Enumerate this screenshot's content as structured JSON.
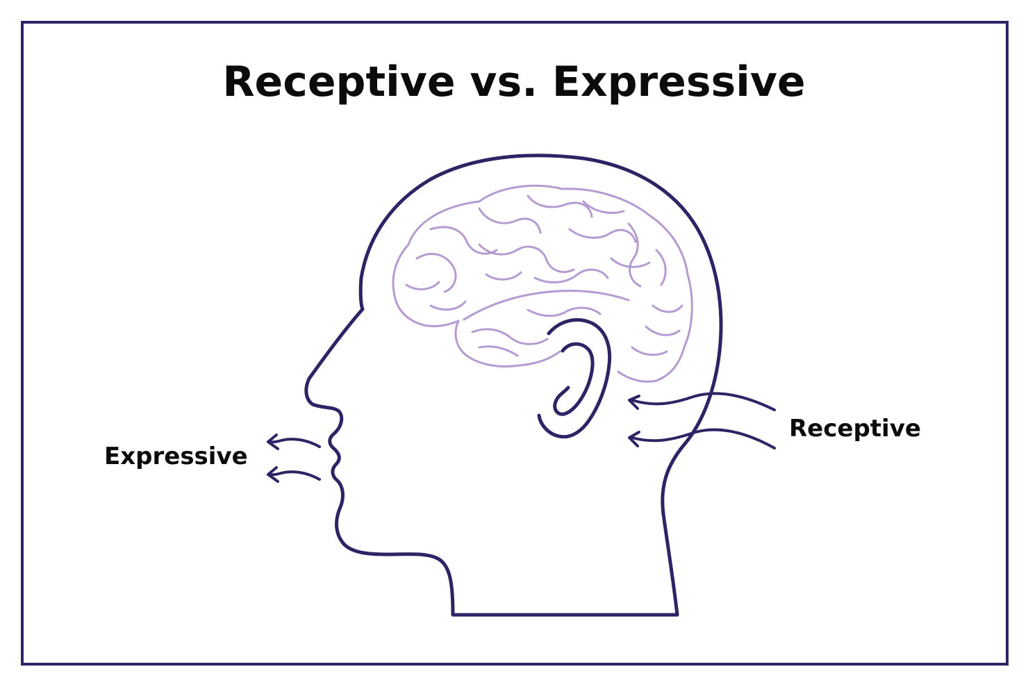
{
  "title": "Receptive vs. Expressive",
  "labels": {
    "expressive": "Expressive",
    "receptive": "Receptive"
  },
  "colors": {
    "outline": "#2d2466",
    "brain": "#b49bd1",
    "text": "#0b0b0b",
    "background": "#ffffff"
  },
  "icons": [
    "head-profile-icon",
    "brain-icon",
    "ear-icon",
    "arrow-icon"
  ]
}
